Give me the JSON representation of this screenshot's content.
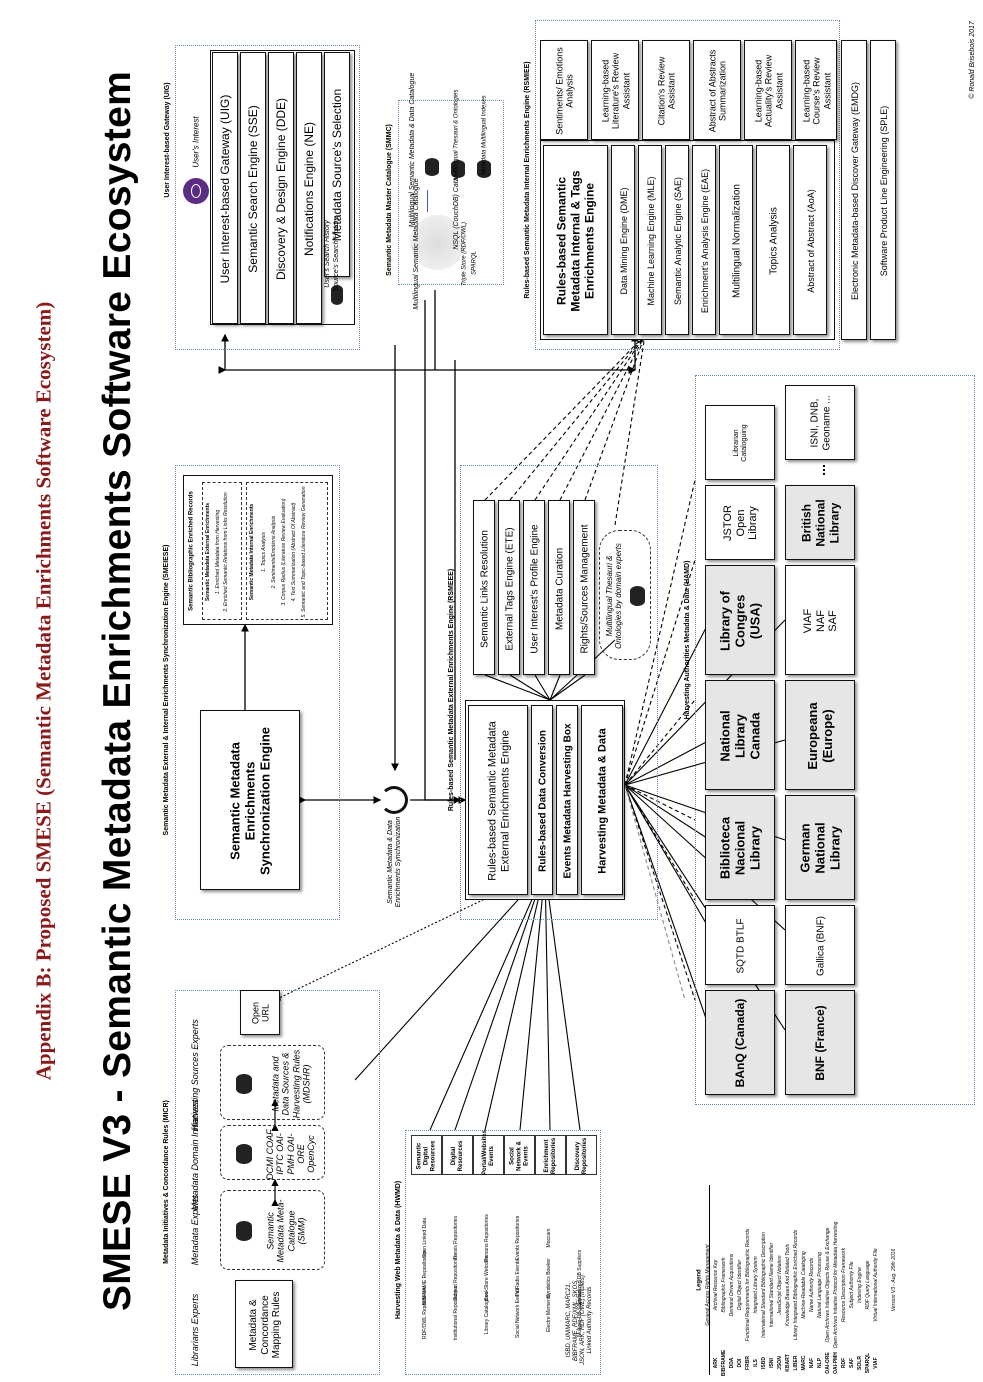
{
  "appendix_title": "Appendix B: Proposed SMESE (Semantic Metadata Enrichments Software Ecosystem)",
  "main_title": "SMESE V3 - Semantic Metadata Enrichments Software Ecosystem",
  "copyright": "© Ronald Brisebois 2017",
  "uig": {
    "region_title": "User Interest-based Gateway (UIG)",
    "users_interest": "User's Interest",
    "rows": [
      "User Interest-based Gateway (UIG)",
      "Semantic Search Engine (SSE)",
      "Discovery & Design Engine (DDE)",
      "Notifications Engine (NE)",
      "Metadata Source's Selection"
    ],
    "search_history": "User's Search History",
    "source_history": "Source's Search History"
  },
  "smmc": {
    "region_title": "Semantic Metadata Master Catalogue (SMMC)",
    "multilingual_catalogue": "Multilingual Semantic Metadata Catalogue",
    "triple_store": "Triple Store (RDF/OWL)",
    "sparql": "SPARQL",
    "nosql": "NSQL (CouchDB) Catalogue",
    "multilingual_master": "Multilingual Semantic Metadata & Data Catalogue",
    "thesauri": "Multilingual Thesauri & Ontologies",
    "indexes": "Metadata Multilingual Indexes"
  },
  "rsmiee": {
    "region_title": "Rules-based Semantic Metadata Internal Enrichments Engine (RSMIEE)",
    "left_column": [
      "Rules-based Semantic Metadata Internal & Tags Enrichments Engine",
      "Data Mining Engine (DME)",
      "Machine Learning Engine (MLE)",
      "Semantic Analytic Engine (SAE)",
      "Enrichment's Analysis Engine (EAE)",
      "Multilingual Normalization",
      "Topics Analysis",
      "Abstract of Abstract (AoA)"
    ],
    "right_column": [
      "Sentiments/ Emotions Analysis",
      "Learning-based Literature's Review Assistant",
      "Citation's Review Assistant",
      "Abstract of Abstracts Summarization",
      "Learning-based Actuality's Review Assistant",
      "Learning-based Course's Review Assistant"
    ],
    "emdg": "Electronic Metadata-based Discover Gateway (EMDG)",
    "sple": "Software Product Line Engineering (SPLE)"
  },
  "smeiese": {
    "region_title": "Semantic Metadata External & Internal Enrichments Synchronization Engine (SMEIESE)",
    "engine": "Semantic Metadata Enrichments Synchronization Engine",
    "records_title": "Semantic Bibliographic Enriched Records",
    "external_title": "Semantic Metadata External Enrichments",
    "external_items": [
      "1. Enriched Metadata from Harvesting",
      "2. Enriched Semantic Relations from Links Resolution"
    ],
    "internal_title": "Semantic Metadata Internal Enrichments",
    "internal_items": [
      "1. Topics Analysis",
      "2. Sentiments/Emotions Analysis",
      "3. Corpus Radius (Literature Review Evaluation)",
      "4. Text Summarization (Abstract Of Abstract)",
      "5. Semantic and Topic-based Literature Review Generation"
    ]
  },
  "sync_label": "Semantic Metadata & Data Enrichments Synchronization",
  "rsmeee": {
    "region_title": "Rules-based Semantic Metadata External Enrichments Engine (RSMEEE)",
    "left_column": [
      "Rules-based Semantic Metadata External Enrichments Engine",
      "Rules-based Data Conversion",
      "Events Metadata Harvesting Box",
      "Harvesting Metadata & Data"
    ],
    "right_column": [
      "Semantic Links Resolution",
      "External Tags Engine (ETE)",
      "User Interest's Profile Engine",
      "Metadata Curation",
      "Rights/Sources Management"
    ],
    "thesauri": "Multilingual Thesauri & Ontologies by domain experts"
  },
  "micr": {
    "region_title": "Metadata Initiatives & Concordance Rules (MICR)",
    "experts": [
      "Librarians Experts",
      "Metadata Experts",
      "Metadata Domain Initiatives",
      "Harvesting Sources Experts"
    ],
    "mapping": "Metadata & Concordance Mapping Rules",
    "smm": "Semantic Metadata Meta-Catalogue (SMM)",
    "dcmi": "DCMI COAF, IPTC OAI-PMH OAI-ORE OpenCyc",
    "mdshr": "Metadata and Data Sources & Harvesting Rules (MDSHR)",
    "open_url": "Open URL"
  },
  "hwmd": {
    "region_title": "Harvesting Web Metadata & Data (HWMD)",
    "categories": [
      "Semantic Digital Resources",
      "Digital Resources",
      "Portal/Websites Events",
      "Social Network & Events",
      "Enrichment Repositories",
      "Discovery Repositories"
    ],
    "cells": [
      [
        "RDF/OWL Repositories",
        "BIBFRAME Repositories",
        "Open Linked Data"
      ],
      [
        "Institutional Repositories",
        "Subject Repositories",
        "Thesis Repositories"
      ],
      [
        "Library Catalogues",
        "BookStore Websites",
        "Persons Repositories"
      ],
      [
        "Social Network Events",
        "TV/Radio Events",
        "Events Repositories"
      ],
      [
        "Electre Memento",
        "Syndetics Bowker",
        "Moccam"
      ],
      [
        "Multiple DB Suppliers",
        "Specialized DB Suppliers",
        ""
      ]
    ],
    "formats": "ISBD, UNIMARC, MARC21, BIBFRAME, RDF/XML, SKOS, JSON, ARK, RDF (OWL) (triplets) Linked Authority Records"
  },
  "hamd": {
    "region_title": "Harvesting Authorities Metadata & Data (HAMD)",
    "row1": [
      "BAnQ (Canada)",
      "SQTD BTLF",
      "Biblioteca Nacional Library",
      "National Library Canada",
      "Library of Congres (USA)",
      "JSTOR Open Library",
      "Librarian Cataloguing"
    ],
    "row2": [
      "BNF (France)",
      "Gallica (BNF)",
      "German National Library",
      "Europeana (Europe)",
      "VIAF NAF SAF",
      "British National Library",
      "...",
      "ISNI, DNB, Geoname ..."
    ]
  },
  "legend": {
    "title": "Legend",
    "items": [
      [
        "",
        "General Access Rights Management"
      ],
      [
        "ARK",
        "Archival Resource Key"
      ],
      [
        "BIBFRAME",
        "Bibliographic Framework"
      ],
      [
        "DDA",
        "Demand Driven Acquisitions"
      ],
      [
        "DOI",
        "Digital Object Identifier"
      ],
      [
        "FRBR",
        "Functional Requirements for Bibliographic Records"
      ],
      [
        "ILS",
        "Integrated Library System"
      ],
      [
        "ISBD",
        "International Standard Bibliographic Description"
      ],
      [
        "ISNI",
        "International Standard Name Identifier"
      ],
      [
        "JSON",
        "JavaScript Object Notation"
      ],
      [
        "KBART",
        "Knowledge Bases And Related Tools"
      ],
      [
        "LIBER",
        "Library Integrated Bibliographic Enriched Records"
      ],
      [
        "MARC",
        "Machine-Readable Cataloging"
      ],
      [
        "NAF",
        "Name Authority Records"
      ],
      [
        "NLP",
        "Natural Language Processing"
      ],
      [
        "OAI-ORE",
        "Open Archives Initiative Objects Reuse & Exchange"
      ],
      [
        "OAI-PMH",
        "Open Archives Initiative Protocol for Metadata Harvesting"
      ],
      [
        "RDF",
        "Resource Description Framework"
      ],
      [
        "SAF",
        "Subject Authority File"
      ],
      [
        "SOLR",
        "Indexing Engine"
      ],
      [
        "SPARQL",
        "RDF Query Language"
      ],
      [
        "VIAF",
        "Virtual International Authority File"
      ]
    ],
    "version": "Version V3 - Aug. 29th 2016"
  }
}
